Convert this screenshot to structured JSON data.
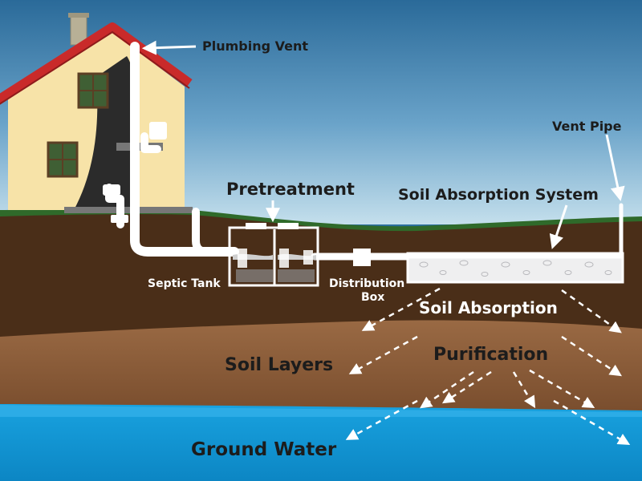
{
  "diagram": {
    "labels": {
      "plumbing_vent": "Plumbing Vent",
      "vent_pipe": "Vent Pipe",
      "pretreatment": "Pretreatment",
      "soil_absorption_system": "Soil Absorption System",
      "septic_tank": "Septic Tank",
      "distribution_box_line1": "Distribution",
      "distribution_box_line2": "Box",
      "soil_absorption": "Soil Absorption",
      "soil_layers": "Soil Layers",
      "purification": "Purification",
      "ground_water": "Ground Water"
    },
    "colors": {
      "sky_top": "#2a6a99",
      "sky_bottom": "#b8d8e8",
      "grass": "#2f6a2a",
      "topsoil": "#4a2e18",
      "soil_layer": "#8b5e3c",
      "ground_water": "#1aa0dd",
      "house_wall": "#f7e3a8",
      "roof": "#c92a2a",
      "pipe": "#ffffff",
      "gravel_bed": "#efeff0",
      "text_dark": "#1c1c1c",
      "text_light": "#ffffff"
    }
  }
}
